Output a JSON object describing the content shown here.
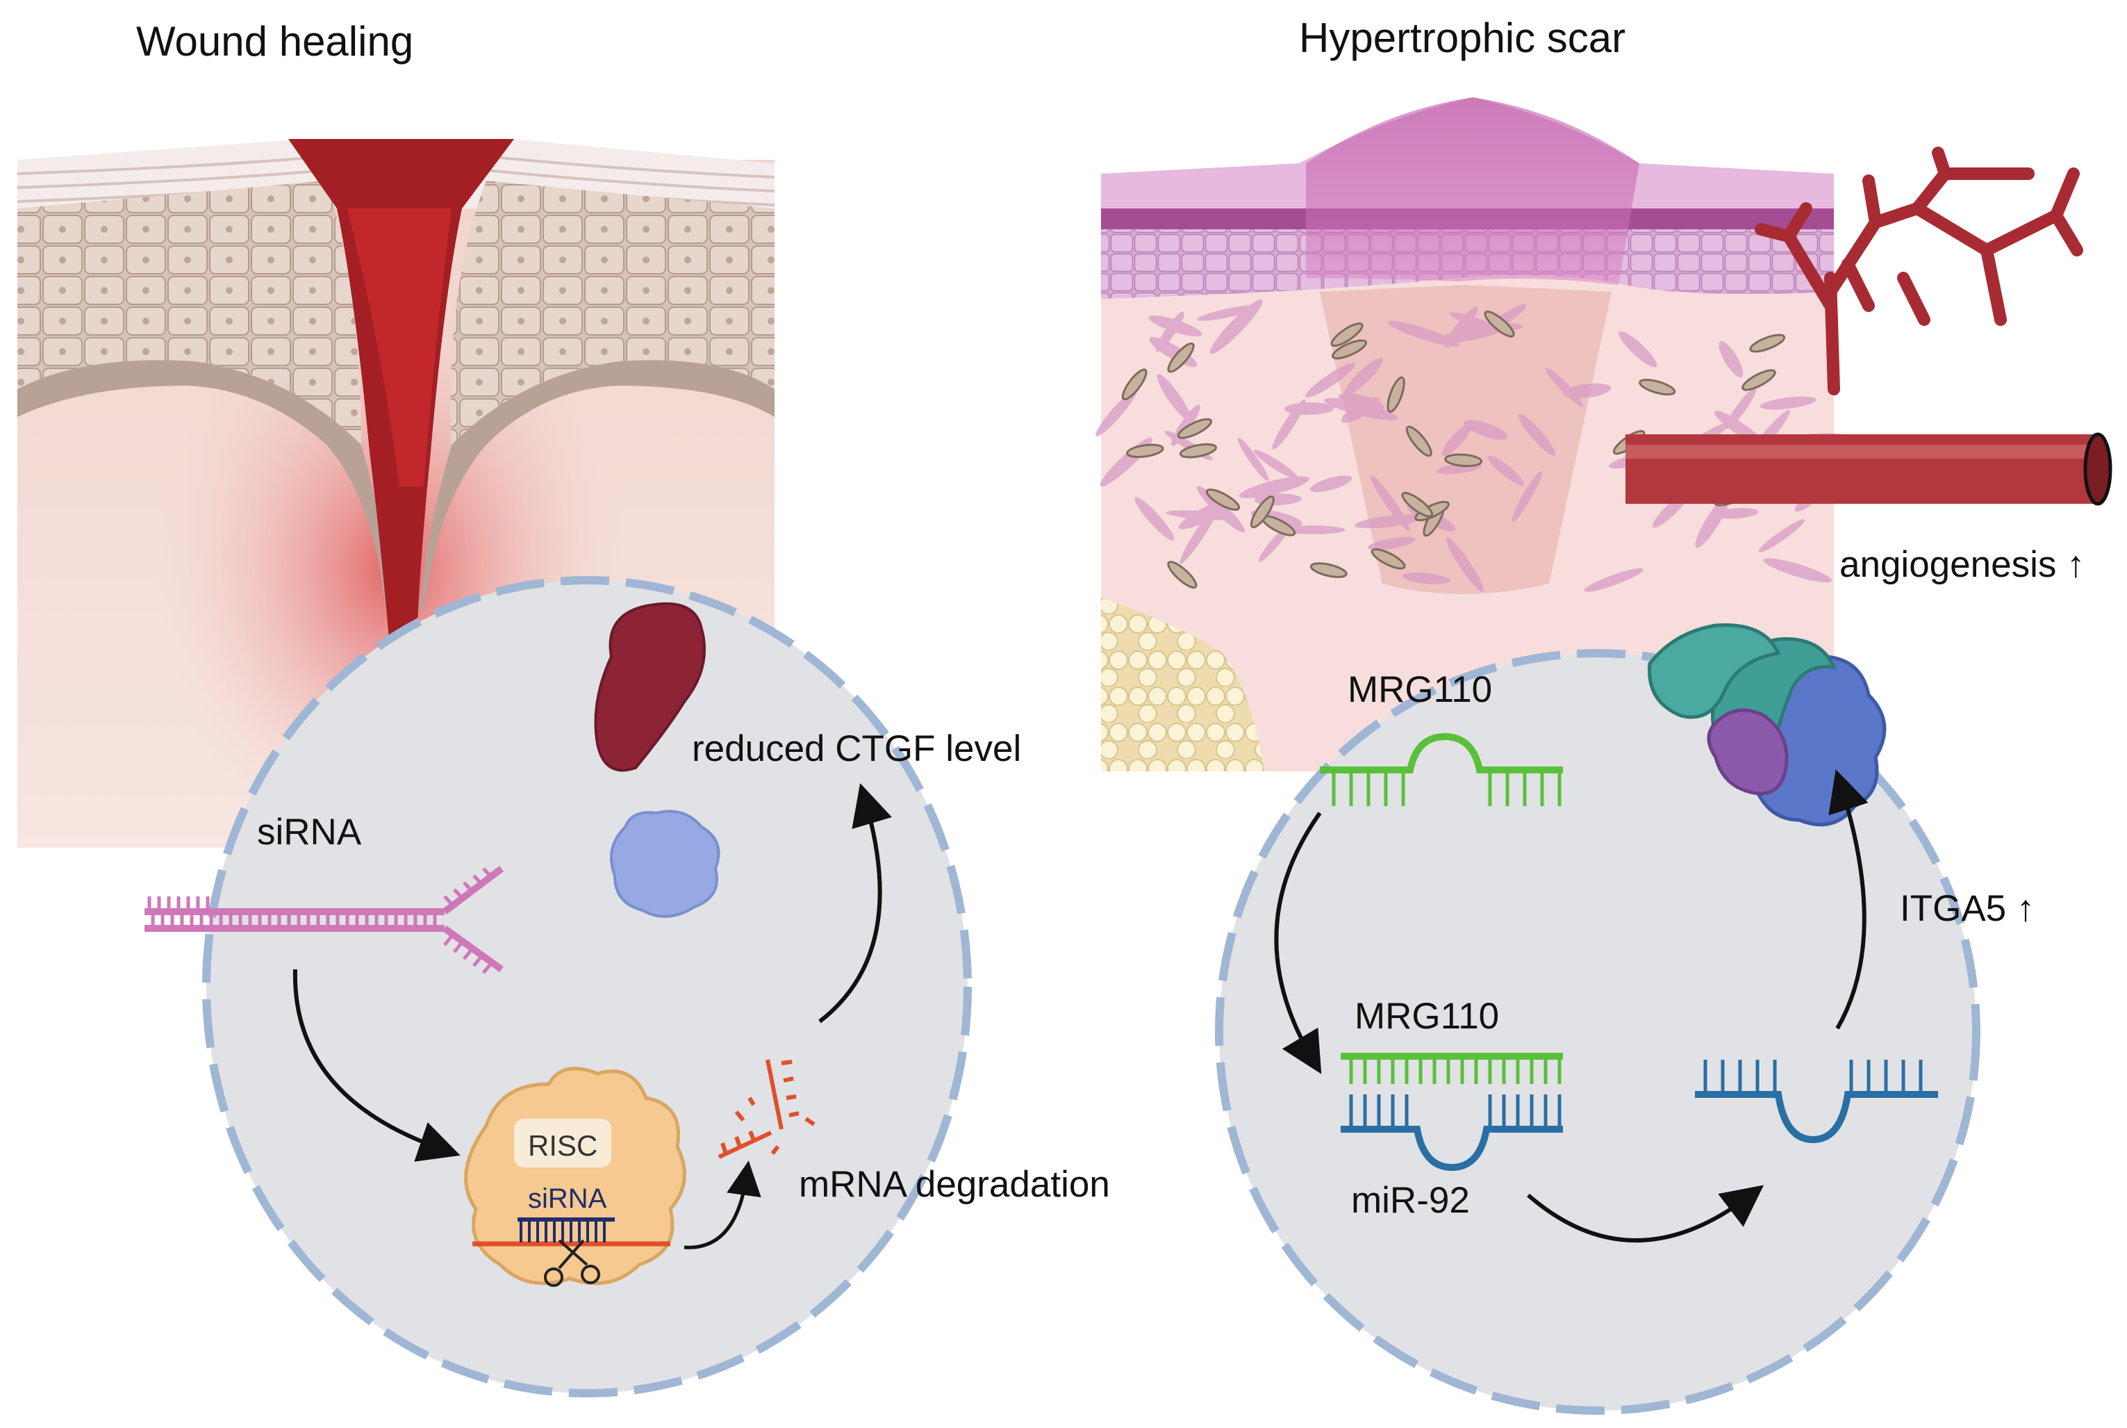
{
  "left_panel": {
    "title": "Wound healing",
    "sirna_label": "siRNA",
    "risc_label": "RISC",
    "risc_sirna_label": "siRNA",
    "mrna_degradation_label": "mRNA degradation",
    "ctgf_label": "reduced CTGF level"
  },
  "right_panel": {
    "title": "Hypertrophic scar",
    "angiogenesis_label": "angiogenesis ↑",
    "mrg110_top_label": "MRG110",
    "mrg110_bound_label": "MRG110",
    "mir92_label": "miR-92",
    "itga5_label": "ITGA5 ↑"
  },
  "colors": {
    "wound_red": "#a31f24",
    "sirna_pink": "#cf78b8",
    "mrna_orange": "#e0502a",
    "mrg110_green": "#59c03a",
    "mir92_blue": "#2a6fa3",
    "cell_gray": "#e1e2e5",
    "cell_border": "#9fb6d4"
  }
}
